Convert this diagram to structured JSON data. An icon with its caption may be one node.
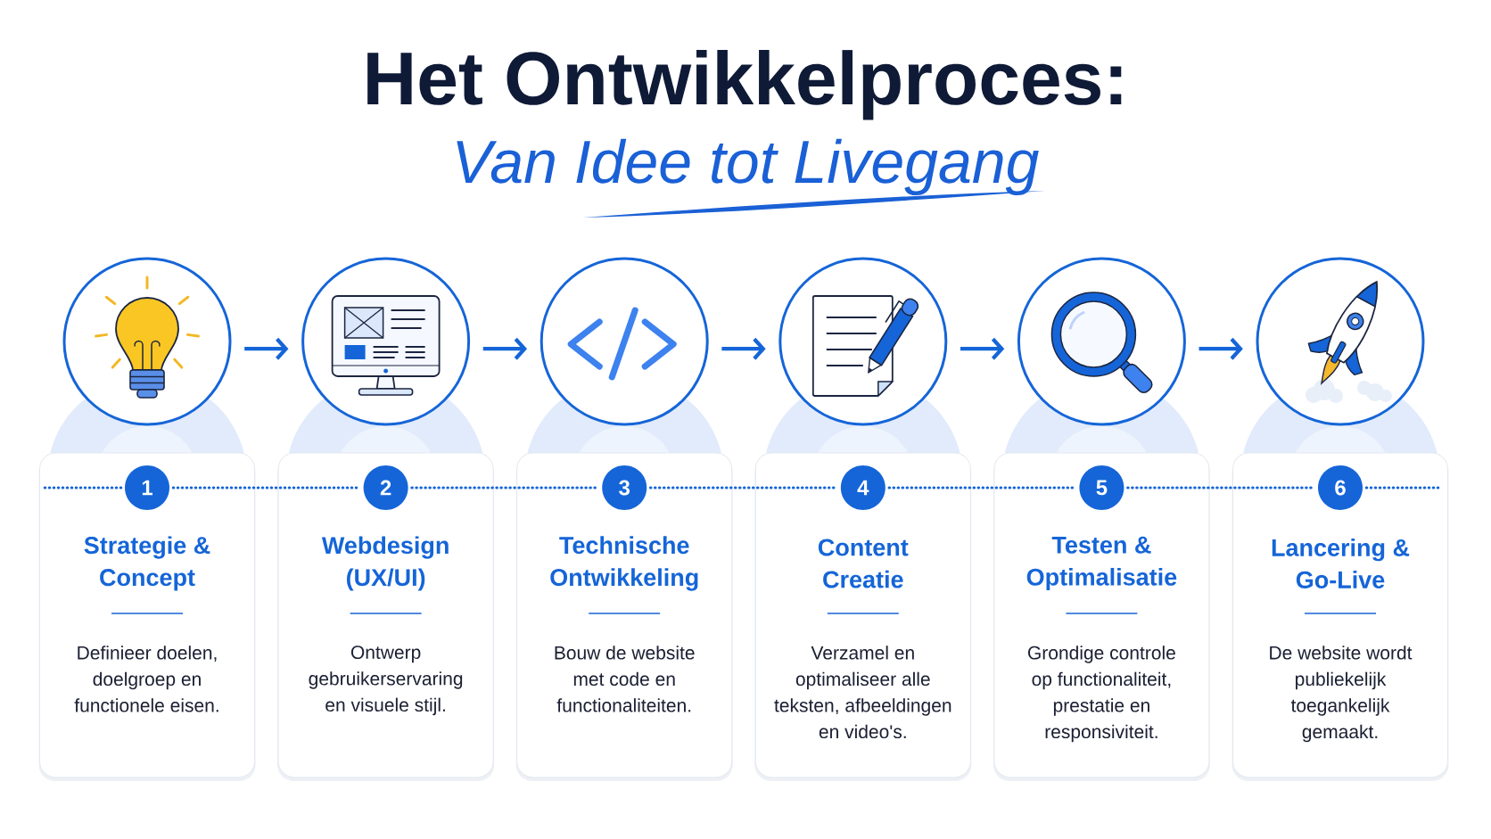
{
  "diagram": {
    "title": "Het Ontwikkelproces:",
    "nodes": [
      {
        "text": [],
        "shape": "circle"
      },
      {
        "text": [],
        "shape": "circle"
      },
      {
        "text": [],
        "shape": "circle"
      },
      {
        "text": [],
        "shape": "circle"
      },
      {
        "text": [],
        "shape": "circle"
      },
      {
        "text": [],
        "shape": "circle"
      },
      {
        "text": [
          "Strategie & Concept",
          "Definieer doelen, doelgroep en functionele eisen."
        ]
      },
      {
        "text": [
          "1"
        ],
        "in": 6
      },
      {
        "text": [
          "Webdesign (UX/UI)",
          "Ontwerp gebruikerservaring en visuele stijl."
        ]
      },
      {
        "text": [
          "2"
        ],
        "in": 8
      },
      {
        "text": [
          "Technische Ontwikkeling",
          "Bouw de website met code en functionaliteiten."
        ]
      },
      {
        "text": [
          "3"
        ],
        "in": 10
      },
      {
        "text": [
          "Content Creatie",
          "Verzamel en optimaliseer alle teksten, afbeeldingen en video's."
        ]
      },
      {
        "text": [
          "4"
        ],
        "in": 12
      },
      {
        "text": [
          "Testen & Optimalisatie",
          "Grondige controle op functionaliteit, prestatie en responsiviteit."
        ]
      },
      {
        "text": [
          "5"
        ],
        "in": 14
      },
      {
        "text": [
          "Lancering & Go-Live",
          "De website wordt publiekelijk toegankelijk gemaakt."
        ]
      },
      {
        "text": [
          "6"
        ],
        "in": 16
      }
    ],
    "edges": [
      {
        "from": 0,
        "to": 1,
        "arrow": "to"
      },
      {
        "from": 1,
        "to": 2,
        "arrow": "to"
      },
      {
        "from": 2,
        "to": 3,
        "arrow": "to"
      },
      {
        "from": 3,
        "to": 4,
        "arrow": "to"
      },
      {
        "from": 4,
        "to": 5,
        "arrow": "to"
      },
      {
        "from": null,
        "to": 7,
        "arrow": "none",
        "style": "dashed"
      },
      {
        "from": 7,
        "to": 9,
        "arrow": "none",
        "style": "dashed"
      },
      {
        "from": 9,
        "to": 11,
        "arrow": "none",
        "style": "dashed"
      },
      {
        "from": 11,
        "to": 13,
        "arrow": "none",
        "style": "dashed"
      },
      {
        "from": 13,
        "to": 15,
        "arrow": "none",
        "style": "dashed"
      },
      {
        "from": 15,
        "to": 17,
        "arrow": "none",
        "style": "dashed"
      },
      {
        "from": 17,
        "to": null,
        "arrow": "none",
        "style": "dashed"
      }
    ],
    "labels": [
      "Van Idee tot Livegang"
    ]
  }
}
